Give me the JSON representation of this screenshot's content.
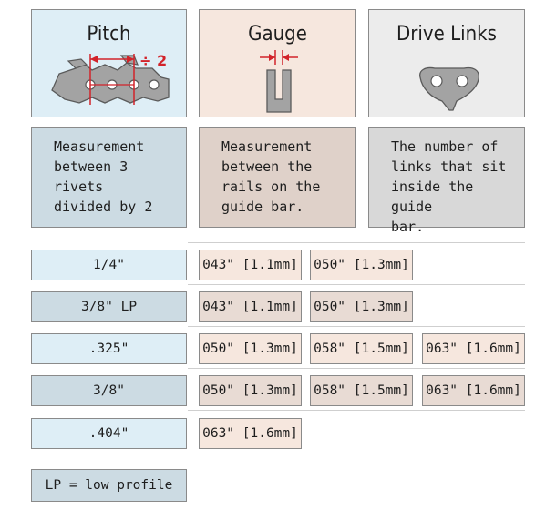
{
  "headers": [
    {
      "title": "Pitch",
      "icon": "chain-pitch-icon",
      "annotation": "÷ 2"
    },
    {
      "title": "Gauge",
      "icon": "gauge-rail-icon"
    },
    {
      "title": "Drive Links",
      "icon": "drive-link-icon"
    }
  ],
  "descriptions": [
    "Measurement\nbetween 3 rivets\ndivided by 2",
    "Measurement\nbetween the\nrails on the\nguide bar.",
    "The number of\nlinks that sit\ninside the guide\nbar."
  ],
  "rows": [
    {
      "pitch": "1/4\"",
      "gauges": [
        "043\" [1.1mm]",
        "050\" [1.3mm]"
      ]
    },
    {
      "pitch": "3/8\" LP",
      "gauges": [
        "043\" [1.1mm]",
        "050\" [1.3mm]"
      ]
    },
    {
      "pitch": ".325\"",
      "gauges": [
        "050\" [1.3mm]",
        "058\" [1.5mm]",
        "063\" [1.6mm]"
      ]
    },
    {
      "pitch": "3/8\"",
      "gauges": [
        "050\" [1.3mm]",
        "058\" [1.5mm]",
        "063\" [1.6mm]"
      ]
    },
    {
      "pitch": ".404\"",
      "gauges": [
        "063\" [1.6mm]"
      ]
    }
  ],
  "footnote": "LP = low profile",
  "colors": {
    "accent_red": "#d2232a",
    "border": "#8a8a8a"
  }
}
